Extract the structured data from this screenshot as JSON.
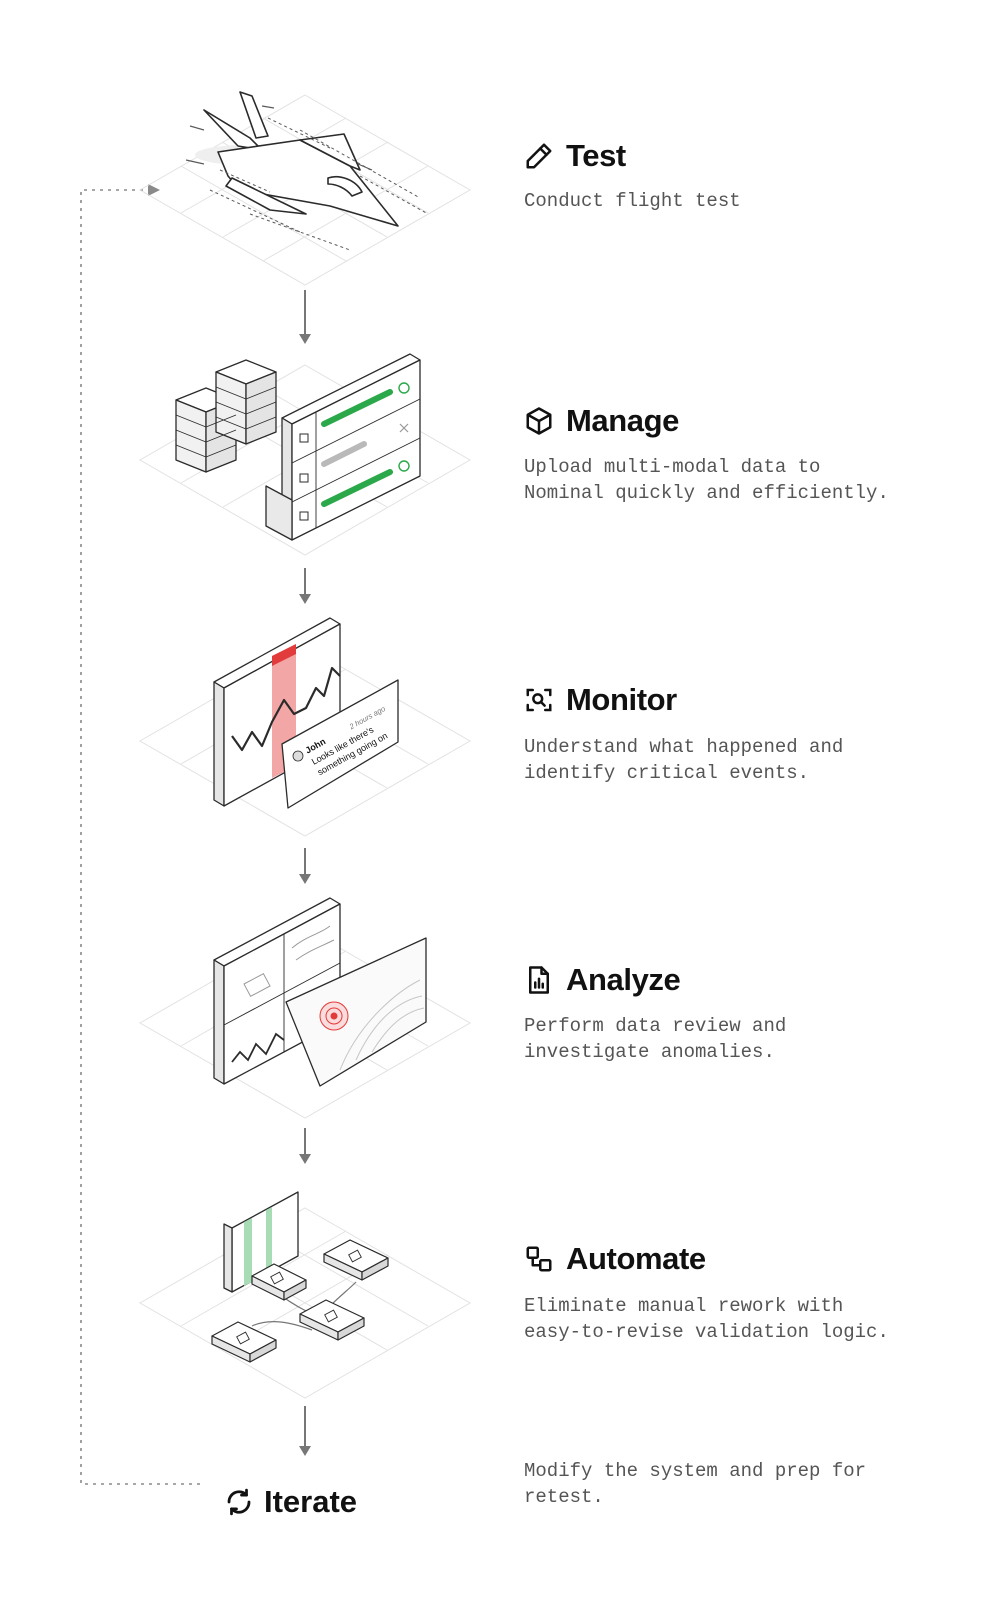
{
  "steps": [
    {
      "id": "test",
      "icon": "pen-icon",
      "title": "Test",
      "description": "Conduct flight test"
    },
    {
      "id": "manage",
      "icon": "cube-icon",
      "title": "Manage",
      "description": "Upload multi-modal data to\nNominal quickly and efficiently."
    },
    {
      "id": "monitor",
      "icon": "scan-search-icon",
      "title": "Monitor",
      "description": "Understand what happened and\nidentify critical events."
    },
    {
      "id": "analyze",
      "icon": "chart-file-icon",
      "title": "Analyze",
      "description": "Perform data review and\ninvestigate anomalies."
    },
    {
      "id": "automate",
      "icon": "workflow-icon",
      "title": "Automate",
      "description": "Eliminate manual rework with\neasy-to-revise validation logic."
    }
  ],
  "iterate": {
    "icon": "refresh-icon",
    "title": "Iterate",
    "description": "Modify the system and prep for\nretest."
  },
  "illustrations": {
    "monitor_comment": {
      "author": "John",
      "time": "2 hours ago",
      "text_line1": "Looks like there's",
      "text_line2": "something going on"
    }
  },
  "colors": {
    "ink": "#111111",
    "muted": "#555555",
    "line": "#cfcfcf",
    "green": "#2aa84a",
    "red": "#e23b3b",
    "red_fill": "#f3a6a6",
    "green_fill": "#a8dcb4"
  }
}
